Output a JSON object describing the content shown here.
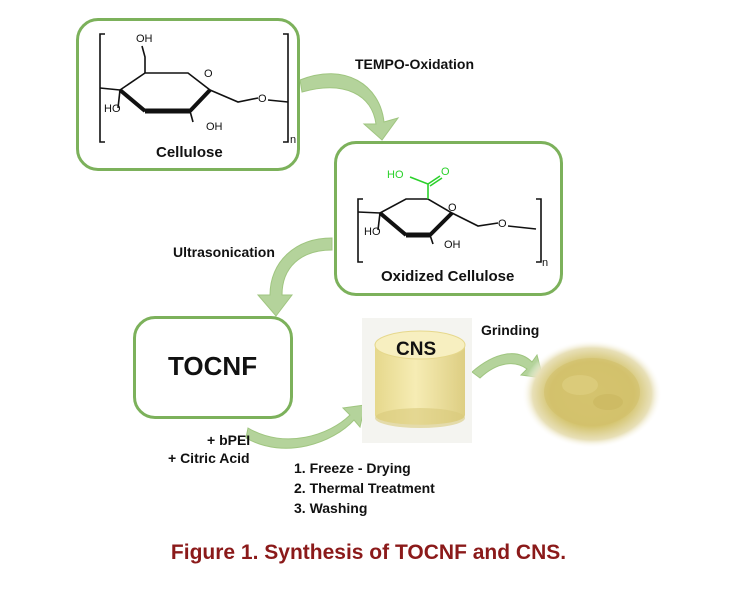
{
  "diagram": {
    "cellulose": {
      "label": "Cellulose",
      "atoms": {
        "oh_top": "OH",
        "o_ring": "O",
        "ho_left": "HO",
        "oh_bottom": "OH",
        "o_link": "O",
        "n": "n"
      }
    },
    "oxidized": {
      "label": "Oxidized Cellulose",
      "atoms": {
        "ho_acid": "HO",
        "o_acid": "O",
        "o_ring": "O",
        "ho_left": "HO",
        "oh_bottom": "OH",
        "o_link": "O",
        "n": "n"
      },
      "acid_color": "#2bd12b"
    },
    "arrows": {
      "tempo": "TEMPO-Oxidation",
      "ultrasonication": "Ultrasonication",
      "grinding": "Grinding",
      "reagent_1": "+ bPEI",
      "reagent_2": "+ Citric Acid"
    },
    "tocnf_label": "TOCNF",
    "cns_label": "CNS",
    "steps": [
      "1. Freeze - Drying",
      "2. Thermal Treatment",
      "3. Washing"
    ],
    "caption": "Figure 1. Synthesis of TOCNF and CNS.",
    "colors": {
      "box_border": "#7cb15b",
      "arrow": "#8fbc6a",
      "caption": "#8b1a1a",
      "cns_body": "#f0e4a0",
      "powder": "#d8c978"
    }
  }
}
